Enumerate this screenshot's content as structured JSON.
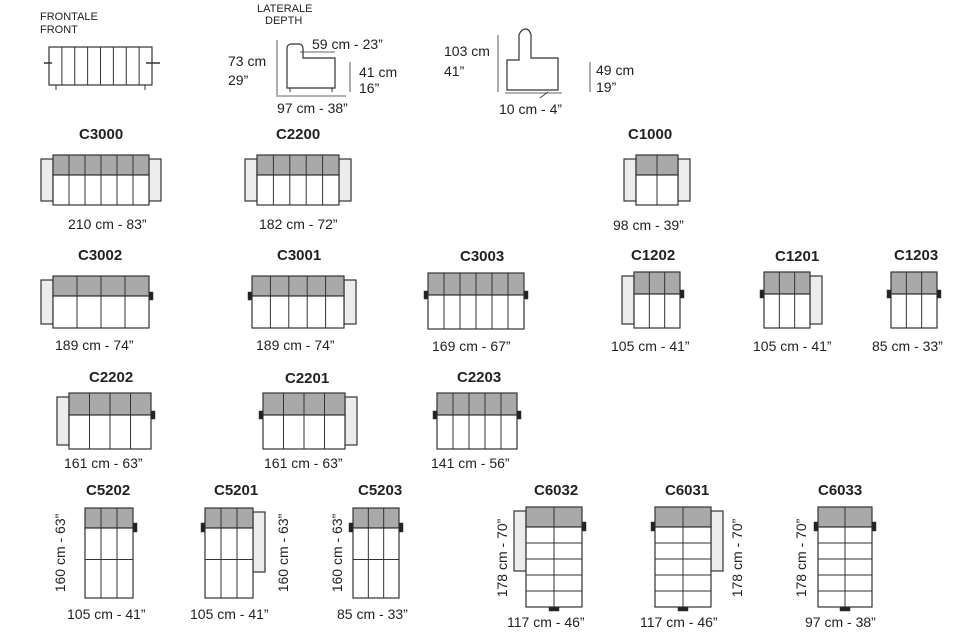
{
  "header": {
    "front_it": "FRONTALE",
    "front_en": "FRONT",
    "side_it": "LATERALE",
    "side_en": "DEPTH"
  },
  "side_view": {
    "height": "73 cm",
    "height_in": "29”",
    "seat_depth": "59 cm - 23”",
    "seat_height": "41 cm",
    "seat_height_in": "16”",
    "depth": "97 cm - 38”"
  },
  "recline_view": {
    "height": "103 cm",
    "height_in": "41”",
    "seat_height": "49 cm",
    "seat_height_in": "19”",
    "extension": "10 cm - 4”"
  },
  "modules": [
    {
      "code": "C3000",
      "size": "210 cm - 83”"
    },
    {
      "code": "C2200",
      "size": "182 cm - 72”"
    },
    {
      "code": "C1000",
      "size": "98 cm - 39”"
    },
    {
      "code": "C3002",
      "size": "189 cm - 74”"
    },
    {
      "code": "C3001",
      "size": "189 cm - 74”"
    },
    {
      "code": "C3003",
      "size": "169 cm - 67”"
    },
    {
      "code": "C1202",
      "size": "105 cm - 41”"
    },
    {
      "code": "C1201",
      "size": "105 cm - 41”"
    },
    {
      "code": "C1203",
      "size": "85 cm - 33”"
    },
    {
      "code": "C2202",
      "size": "161 cm - 63”"
    },
    {
      "code": "C2201",
      "size": "161 cm - 63”"
    },
    {
      "code": "C2203",
      "size": "141 cm - 56”"
    },
    {
      "code": "C5202",
      "size": "105 cm - 41”",
      "depth": "160 cm - 63”"
    },
    {
      "code": "C5201",
      "size": "105 cm - 41”",
      "depth": "160 cm - 63”"
    },
    {
      "code": "C5203",
      "size": "85 cm - 33”",
      "depth": "160 cm - 63”"
    },
    {
      "code": "C6032",
      "size": "117 cm - 46”",
      "depth": "178 cm - 70”"
    },
    {
      "code": "C6031",
      "size": "117 cm - 46”",
      "depth": "178 cm - 70”"
    },
    {
      "code": "C6033",
      "size": "97 cm - 38”",
      "depth": "178 cm - 70”"
    }
  ]
}
